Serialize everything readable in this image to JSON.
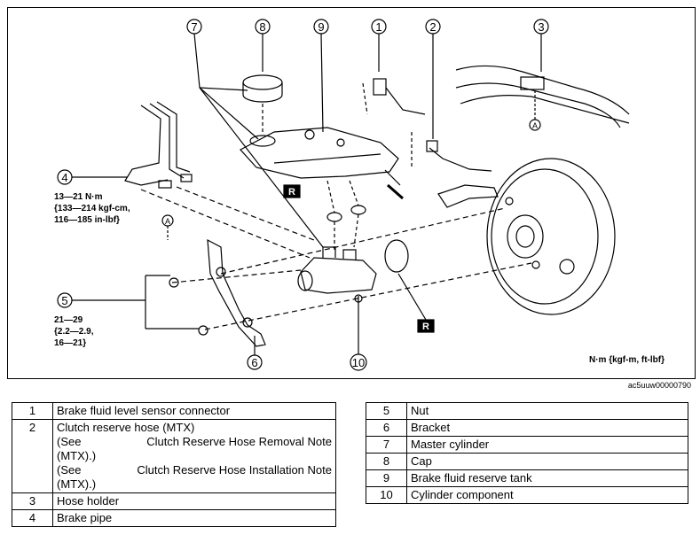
{
  "figure": {
    "callouts": [
      "1",
      "2",
      "3",
      "4",
      "5",
      "6",
      "7",
      "8",
      "9",
      "10"
    ],
    "marker_R": "R",
    "marker_A": "A",
    "torque_4": [
      "13—21 N·m",
      "{133—214 kgf-cm,",
      "116—185 in-lbf}"
    ],
    "torque_5": [
      "21—29",
      "{2.2—2.9,",
      "16—21}"
    ],
    "units_label": "N·m {kgf-m, ft-lbf}",
    "figure_id": "ac5uuw00000790"
  },
  "parts_left": [
    {
      "num": "1",
      "name": "Brake fluid level sensor connector"
    },
    {
      "num": "2",
      "name": "Clutch reserve hose (MTX)",
      "notes": [
        {
          "see": "(See",
          "ref": "Clutch Reserve Hose Removal Note",
          "tail": "(MTX).)"
        },
        {
          "see": "(See",
          "ref": "Clutch Reserve Hose Installation Note",
          "tail": "(MTX).)"
        }
      ]
    },
    {
      "num": "3",
      "name": "Hose holder"
    },
    {
      "num": "4",
      "name": "Brake pipe"
    }
  ],
  "parts_right": [
    {
      "num": "5",
      "name": "Nut"
    },
    {
      "num": "6",
      "name": "Bracket"
    },
    {
      "num": "7",
      "name": "Master cylinder"
    },
    {
      "num": "8",
      "name": "Cap"
    },
    {
      "num": "9",
      "name": "Brake fluid reserve tank"
    },
    {
      "num": "10",
      "name": "Cylinder component"
    }
  ]
}
